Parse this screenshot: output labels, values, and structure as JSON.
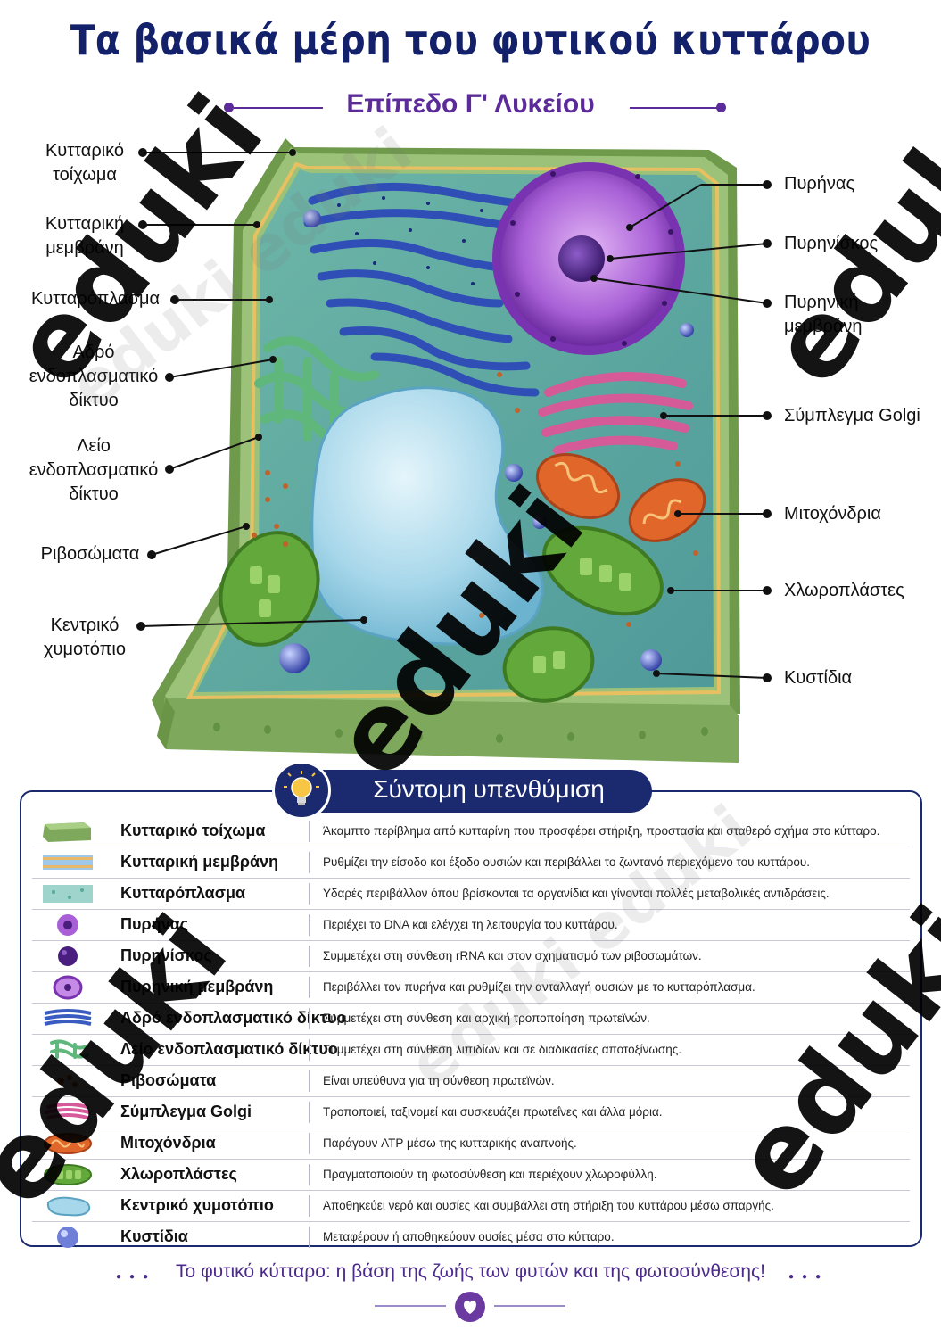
{
  "title": "Τα βασικά μέρη του φυτικού κυττάρου",
  "subtitle": "Επίπεδο Γ' Λυκείου",
  "labels_left": [
    {
      "id": "cell-wall",
      "text": "Κυτταρικό\nτοίχωμα"
    },
    {
      "id": "cell-membrane",
      "text": "Κυτταρική\nμεμβράνη"
    },
    {
      "id": "cytoplasm",
      "text": "Κυτταρόπλασμα"
    },
    {
      "id": "rough-er",
      "text": "Αδρό\nενδοπλασματικό\nδίκτυο"
    },
    {
      "id": "smooth-er",
      "text": "Λείο\nενδοπλασματικό\nδίκτυο"
    },
    {
      "id": "ribosomes",
      "text": "Ριβοσώματα"
    },
    {
      "id": "central-vacuole",
      "text": "Κεντρικό\nχυμοτόπιο"
    }
  ],
  "labels_right": [
    {
      "id": "nucleus",
      "text": "Πυρήνας"
    },
    {
      "id": "nucleolus",
      "text": "Πυρηνίσκος"
    },
    {
      "id": "nuclear-membrane",
      "text": "Πυρηνική\nμεμβράνη"
    },
    {
      "id": "golgi",
      "text": "Σύμπλεγμα Golgi"
    },
    {
      "id": "mitochondria",
      "text": "Μιτοχόνδρια"
    },
    {
      "id": "chloroplasts",
      "text": "Χλωροπλάστες"
    },
    {
      "id": "vesicles",
      "text": "Κυστίδια"
    }
  ],
  "summary": {
    "title": "Σύντομη υπενθύμιση",
    "rows": [
      {
        "name": "Κυτταρικό τοίχωμα",
        "desc": "Άκαμπτο περίβλημα από κυτταρίνη που προσφέρει στήριξη, προστασία και σταθερό σχήμα στο κύτταρο."
      },
      {
        "name": "Κυτταρική μεμβράνη",
        "desc": "Ρυθμίζει την είσοδο και έξοδο ουσιών και περιβάλλει το ζωντανό περιεχόμενο του κυττάρου."
      },
      {
        "name": "Κυτταρόπλασμα",
        "desc": "Υδαρές περιβάλλον όπου βρίσκονται τα οργανίδια και γίνονται πολλές μεταβολικές αντιδράσεις."
      },
      {
        "name": "Πυρήνας",
        "desc": "Περιέχει το DNA και ελέγχει τη λειτουργία του κυττάρου."
      },
      {
        "name": "Πυρηνίσκος",
        "desc": "Συμμετέχει στη σύνθεση rRNA και στον σχηματισμό των ριβοσωμάτων."
      },
      {
        "name": "Πυρηνική μεμβράνη",
        "desc": "Περιβάλλει τον πυρήνα και ρυθμίζει την ανταλλαγή ουσιών με το κυτταρόπλασμα."
      },
      {
        "name": "Αδρό ενδοπλασματικό δίκτυο",
        "desc": "Συμμετέχει στη σύνθεση και αρχική τροποποίηση πρωτεϊνών."
      },
      {
        "name": "Λείο ενδοπλασματικό δίκτυο",
        "desc": "Συμμετέχει στη σύνθεση λιπιδίων και σε διαδικασίες αποτοξίνωσης."
      },
      {
        "name": "Ριβοσώματα",
        "desc": "Είναι υπεύθυνα για τη σύνθεση πρωτεϊνών."
      },
      {
        "name": "Σύμπλεγμα Golgi",
        "desc": "Τροποποιεί, ταξινομεί και συσκευάζει πρωτεΐνες και άλλα μόρια."
      },
      {
        "name": "Μιτοχόνδρια",
        "desc": "Παράγουν ATP μέσω της κυτταρικής αναπνοής."
      },
      {
        "name": "Χλωροπλάστες",
        "desc": "Πραγματοποιούν τη φωτοσύνθεση και περιέχουν χλωροφύλλη."
      },
      {
        "name": "Κεντρικό χυμοτόπιο",
        "desc": "Αποθηκεύει νερό και ουσίες και συμβάλλει στη στήριξη του κυττάρου μέσω σπαργής."
      },
      {
        "name": "Κυστίδια",
        "desc": "Μεταφέρουν ή αποθηκεύουν ουσίες μέσα στο κύτταρο."
      }
    ]
  },
  "footer": "Το φυτικό κύτταρο: η βάση της ζωής των φυτών και της φωτοσύνθεσης!",
  "watermark": "eduki",
  "colors": {
    "title": "#13206a",
    "subtitle": "#5b2b9a",
    "panel": "#1b2a6e",
    "wall": "#8fb86a",
    "nucleus": "#9c4fcf",
    "golgi": "#d65a9a",
    "mito": "#e0662a",
    "chloro": "#63a83a",
    "vacuole": "#8fcbe0",
    "er": "#3a5cc0"
  }
}
